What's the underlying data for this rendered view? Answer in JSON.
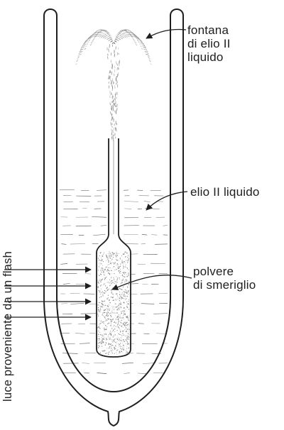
{
  "labels": {
    "fountain": [
      "fontana",
      "di elio II",
      "liquido"
    ],
    "liquid": "elio II liquido",
    "powder": [
      "polvere",
      "di smeriglio"
    ],
    "flash": "luce proveniente da un flash"
  },
  "colors": {
    "ink": "#1e1e1e",
    "paper": "#ffffff",
    "powder": "#8a8a8a"
  }
}
